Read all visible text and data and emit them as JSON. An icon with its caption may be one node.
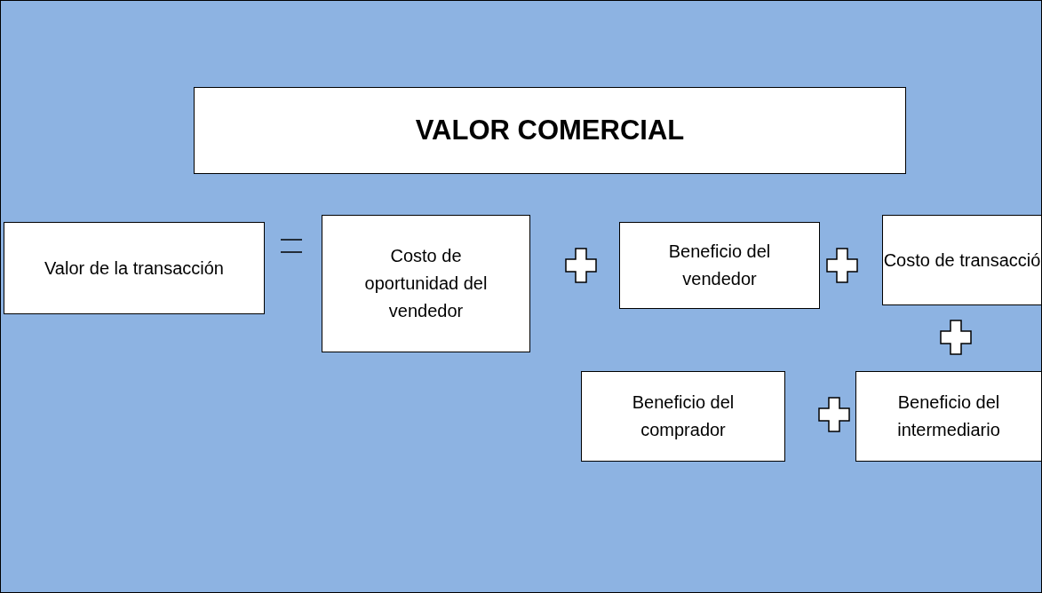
{
  "diagram": {
    "nodes": [
      {
        "text": [
          "VALOR COMERCIAL"
        ]
      },
      {
        "text": [
          "Valor de la transacción"
        ]
      },
      {
        "text": [
          "Costo de oportunidad del vendedor"
        ]
      },
      {
        "text": [
          "Beneficio del vendedor"
        ]
      },
      {
        "text": [
          "Costo de transacció"
        ]
      },
      {
        "text": [
          "Beneficio del comprador"
        ]
      },
      {
        "text": [
          "Beneficio del intermediario"
        ]
      }
    ]
  }
}
